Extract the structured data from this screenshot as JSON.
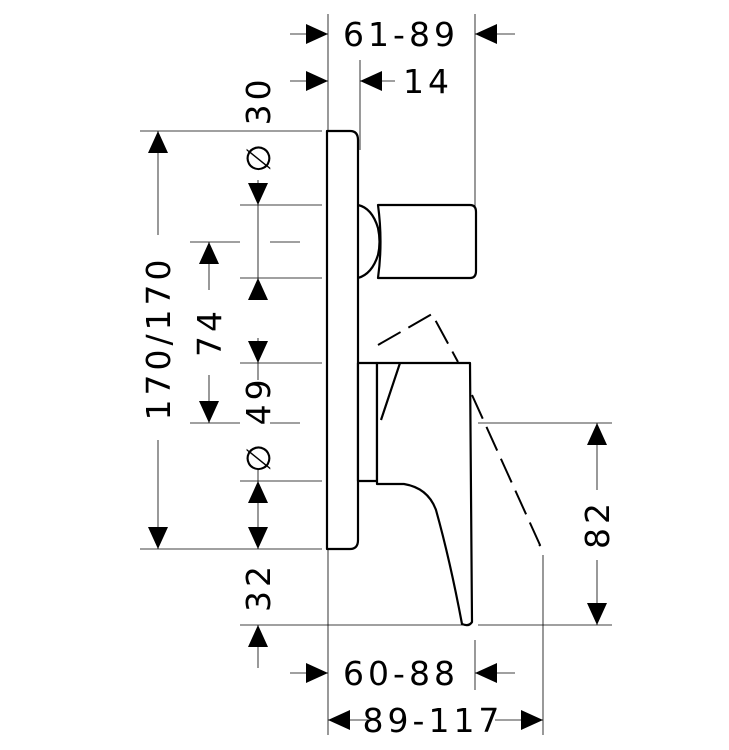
{
  "dimensions": {
    "top_overall": "61-89",
    "top_offset": "14",
    "diameter_top": "∅ 30",
    "height_total": "170/170",
    "between_centers": "74",
    "diameter_bottom": "∅ 49",
    "bottom_offset": "32",
    "lever_drop": "82",
    "bottom_projection": "60-88",
    "bottom_overall": "89-117"
  }
}
